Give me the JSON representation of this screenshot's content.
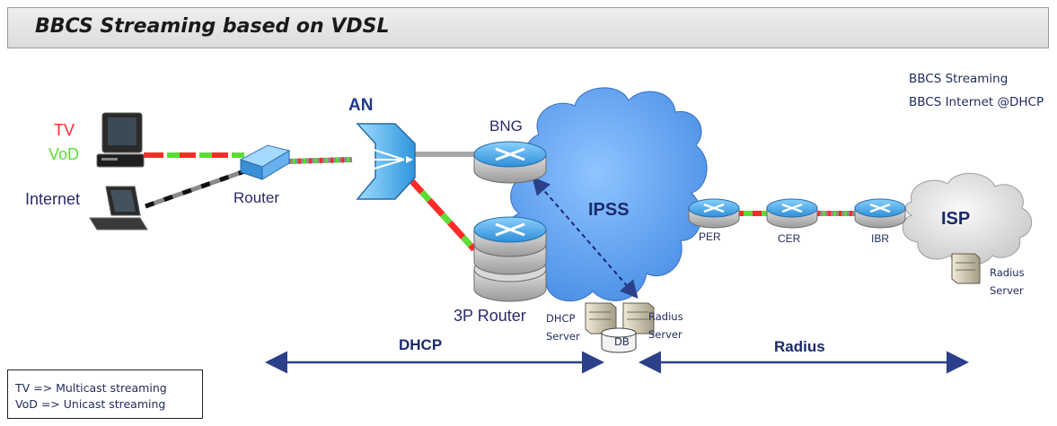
{
  "title": "BBCS Streaming based on VDSL",
  "top_right": {
    "line1": "BBCS Streaming",
    "line2": "BBCS Internet @DHCP"
  },
  "services": {
    "tv": "TV",
    "vod": "VoD",
    "internet": "Internet"
  },
  "nodes": {
    "router": "Router",
    "an": "AN",
    "bng": "BNG",
    "router_3p": "3P Router",
    "ipss": "IPSS",
    "per": "PER",
    "cer": "CER",
    "ibr": "IBR",
    "isp": "ISP",
    "dhcp_server_1": "DHCP",
    "dhcp_server_2": "Server",
    "radius_server_1": "Radius",
    "radius_server_2": "Server",
    "db": "DB",
    "isp_radius_1": "Radius",
    "isp_radius_2": "Server"
  },
  "spans": {
    "dhcp": "DHCP",
    "radius": "Radius"
  },
  "legend": {
    "line1": "TV => Multicast streaming",
    "line2": "VoD => Unicast streaming"
  },
  "colors": {
    "tv": "#ff2a2a",
    "vod": "#5ddc33",
    "internet": "#2a2a6a",
    "arrow": "#2b3f8a",
    "cloud": "#5b9ff0",
    "router": "#3aa0e8"
  }
}
